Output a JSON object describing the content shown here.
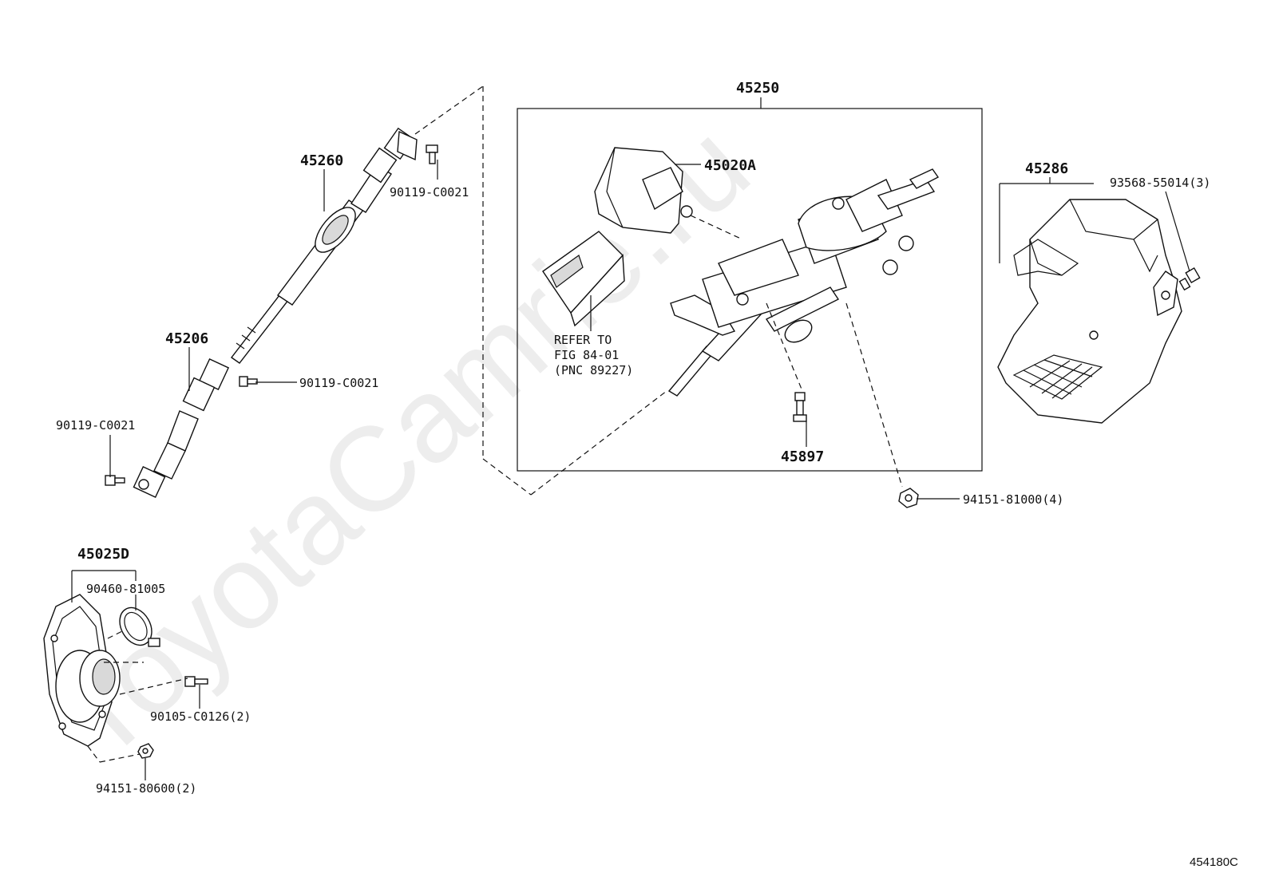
{
  "watermark": "ToyotaCamrie.ru",
  "figure_id": "454180C",
  "reference_note": {
    "line1": "REFER TO",
    "line2": "FIG 84-01",
    "line3": "(PNC 89227)"
  },
  "part_labels": {
    "p45250": "45250",
    "p45260": "45260",
    "p45206": "45206",
    "p45020A": "45020A",
    "p45286": "45286",
    "p45897": "45897",
    "p45025D": "45025D",
    "p90119_a": "90119-C0021",
    "p90119_b": "90119-C0021",
    "p90119_c": "90119-C0021",
    "p93568": "93568-55014(3)",
    "p94151_81000": "94151-81000(4)",
    "p90460": "90460-81005",
    "p90105": "90105-C0126(2)",
    "p94151_80600": "94151-80600(2)"
  }
}
